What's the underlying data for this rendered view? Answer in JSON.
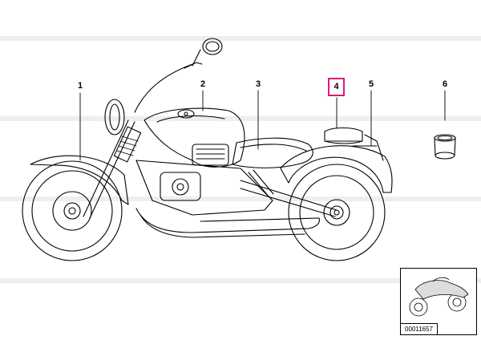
{
  "callouts": [
    {
      "id": "1",
      "label": "1",
      "highlighted": false
    },
    {
      "id": "2",
      "label": "2",
      "highlighted": false
    },
    {
      "id": "3",
      "label": "3",
      "highlighted": false
    },
    {
      "id": "4",
      "label": "4",
      "highlighted": true
    },
    {
      "id": "5",
      "label": "5",
      "highlighted": false
    },
    {
      "id": "6",
      "label": "6",
      "highlighted": false
    }
  ],
  "thumbnail": {
    "diagram_id": "00011657"
  },
  "colors": {
    "highlight": "#e0187a",
    "line": "#000000",
    "watermark": "#eeeeee"
  }
}
